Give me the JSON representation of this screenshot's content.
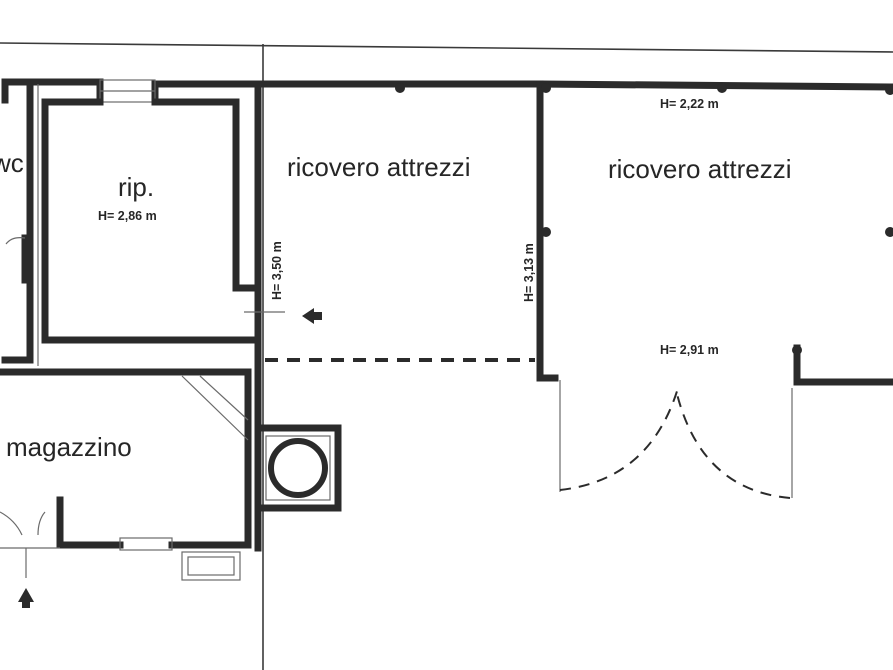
{
  "rooms": {
    "wc": "wc",
    "rip": "rip.",
    "rip_height": "H= 2,86 m",
    "attrezzi_left": "ricovero attrezzi",
    "attrezzi_right": "ricovero attrezzi",
    "height_top_right": "H= 2,22 m",
    "height_right_center": "H= 2,91 m",
    "height_vertical_left": "H= 3,50 m",
    "height_vertical_mid": "H= 3,13 m",
    "magazzino": "magazzino"
  },
  "colors": {
    "wall": "#2b2b2b",
    "background": "#ffffff"
  },
  "icons": [
    "arrow-left-icon",
    "arrow-up-icon"
  ]
}
